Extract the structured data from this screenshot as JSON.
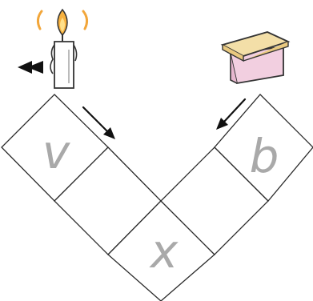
{
  "puzzle": {
    "letters": {
      "left_top": "v",
      "bottom": "x",
      "right_top": "b"
    },
    "left_clue": "candle-icon",
    "right_clue": "box-icon",
    "colors": {
      "grid_line": "#2b2b2b",
      "letter": "#a9a9a9",
      "candle_body": "#ffffff",
      "flame": "#f2a63a",
      "box_lid": "#f3dfa8",
      "box_body": "#f2cfe0"
    }
  }
}
